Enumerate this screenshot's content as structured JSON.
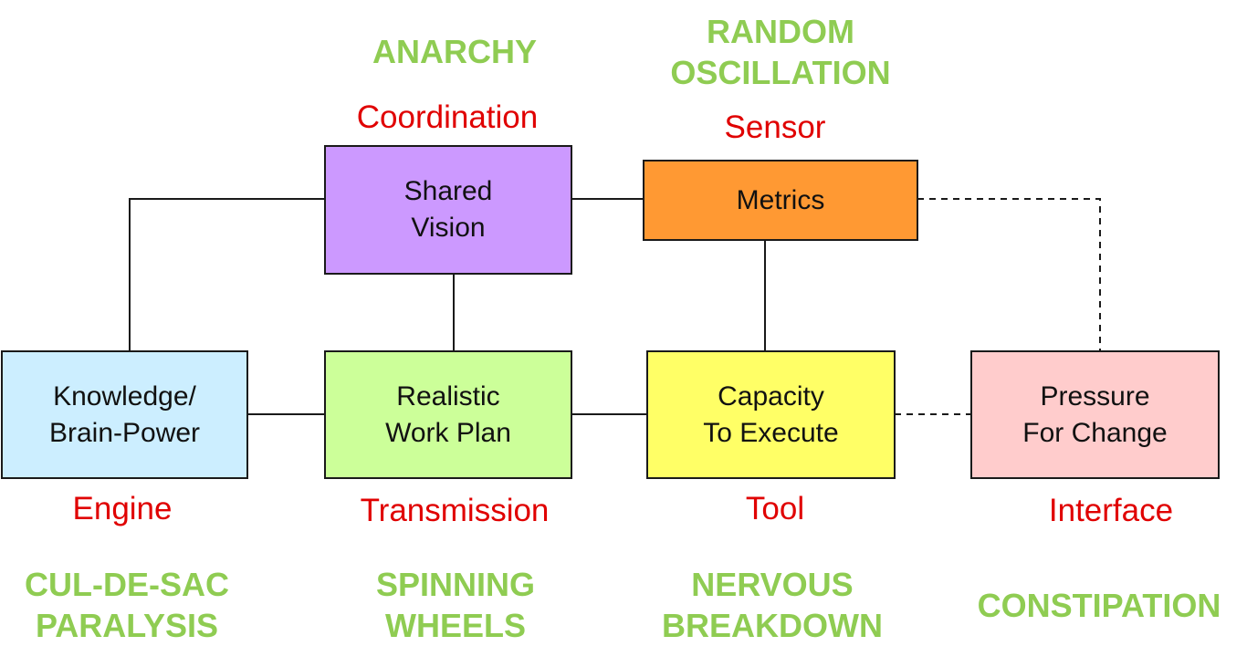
{
  "colors": {
    "role_text": "#e00000",
    "failure_text": "#8fcc52",
    "line": "#1a1a1a"
  },
  "boxes": {
    "shared_vision": {
      "label": "Shared\nVision",
      "fill": "#cc99ff"
    },
    "metrics": {
      "label": "Metrics",
      "fill": "#ff9933"
    },
    "knowledge": {
      "label": "Knowledge/\nBrain-Power",
      "fill": "#cceeff"
    },
    "work_plan": {
      "label": "Realistic\nWork Plan",
      "fill": "#ccff99"
    },
    "capacity": {
      "label": "Capacity\nTo Execute",
      "fill": "#ffff66"
    },
    "pressure": {
      "label": "Pressure\nFor Change",
      "fill": "#ffcccc"
    }
  },
  "roles": {
    "coordination": "Coordination",
    "sensor": "Sensor",
    "engine": "Engine",
    "transmission": "Transmission",
    "tool": "Tool",
    "interface": "Interface"
  },
  "failures": {
    "anarchy": "ANARCHY",
    "random_oscillation": "RANDOM\nOSCILLATION",
    "cul_de_sac": "CUL-DE-SAC\nPARALYSIS",
    "spinning_wheels": "SPINNING\nWHEELS",
    "nervous_breakdown": "NERVOUS\nBREAKDOWN",
    "constipation": "CONSTIPATION"
  }
}
